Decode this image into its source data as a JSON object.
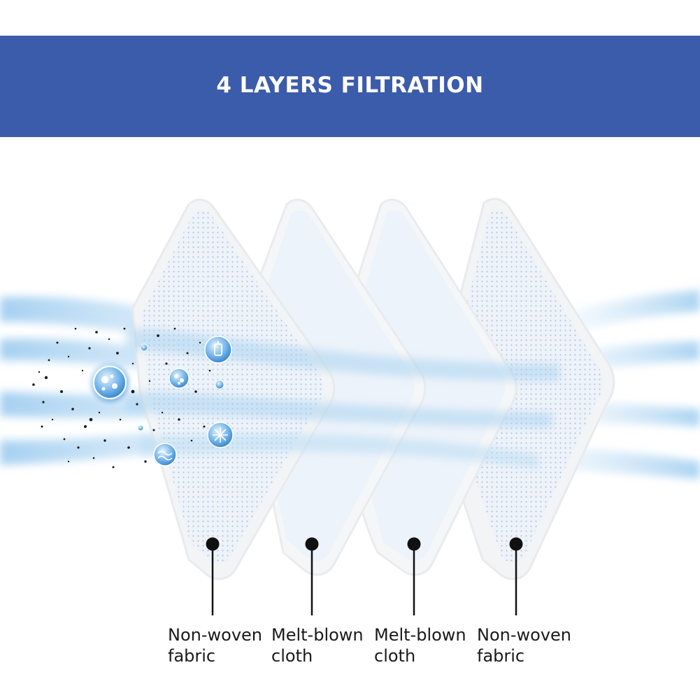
{
  "banner": {
    "title": "4 LAYERS FILTRATION",
    "color": "#3b5bab"
  },
  "layers": [
    {
      "line1": "Non-woven",
      "line2": "fabric",
      "texture": "dotted"
    },
    {
      "line1": "Melt-blown",
      "line2": "cloth",
      "texture": "plain"
    },
    {
      "line1": "Melt-blown",
      "line2": "cloth",
      "texture": "plain"
    },
    {
      "line1": "Non-woven",
      "line2": "fabric",
      "texture": "dotted"
    }
  ],
  "filtered_icons": [
    "virus-icon",
    "bacteria-icon",
    "spray-icon",
    "pollen-icon",
    "dust-icon",
    "allergen-icon"
  ],
  "airflow_color": "#a9d3f0"
}
